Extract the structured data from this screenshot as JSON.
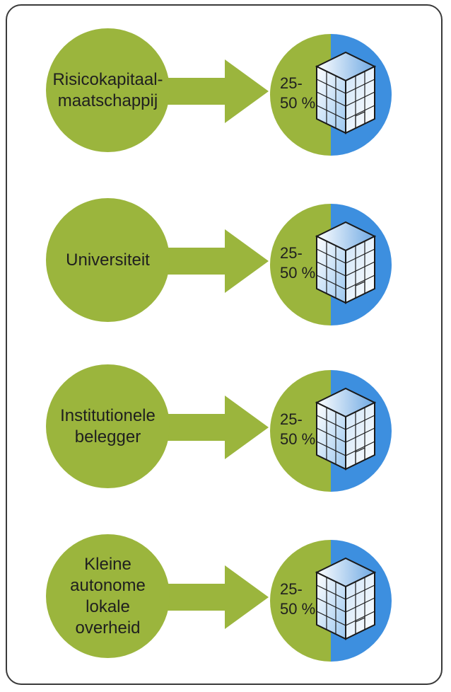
{
  "rows": [
    {
      "source_label": "Risicokapitaal-\nmaatschappij",
      "pct_top": "25-",
      "pct_bottom": "50 %"
    },
    {
      "source_label": "Universiteit",
      "pct_top": "25-",
      "pct_bottom": "50 %"
    },
    {
      "source_label": "Institutionele\nbelegger",
      "pct_top": "25-",
      "pct_bottom": "50 %"
    },
    {
      "source_label": "Kleine\nautonome\nlokale\noverheid",
      "pct_top": "25-",
      "pct_bottom": "50 %"
    }
  ],
  "colors": {
    "green": "#9bb53d",
    "blue": "#3d8fdf",
    "frame": "#3a3a3a"
  },
  "icons": {
    "target": "building-icon",
    "connector": "arrow-right-icon"
  }
}
